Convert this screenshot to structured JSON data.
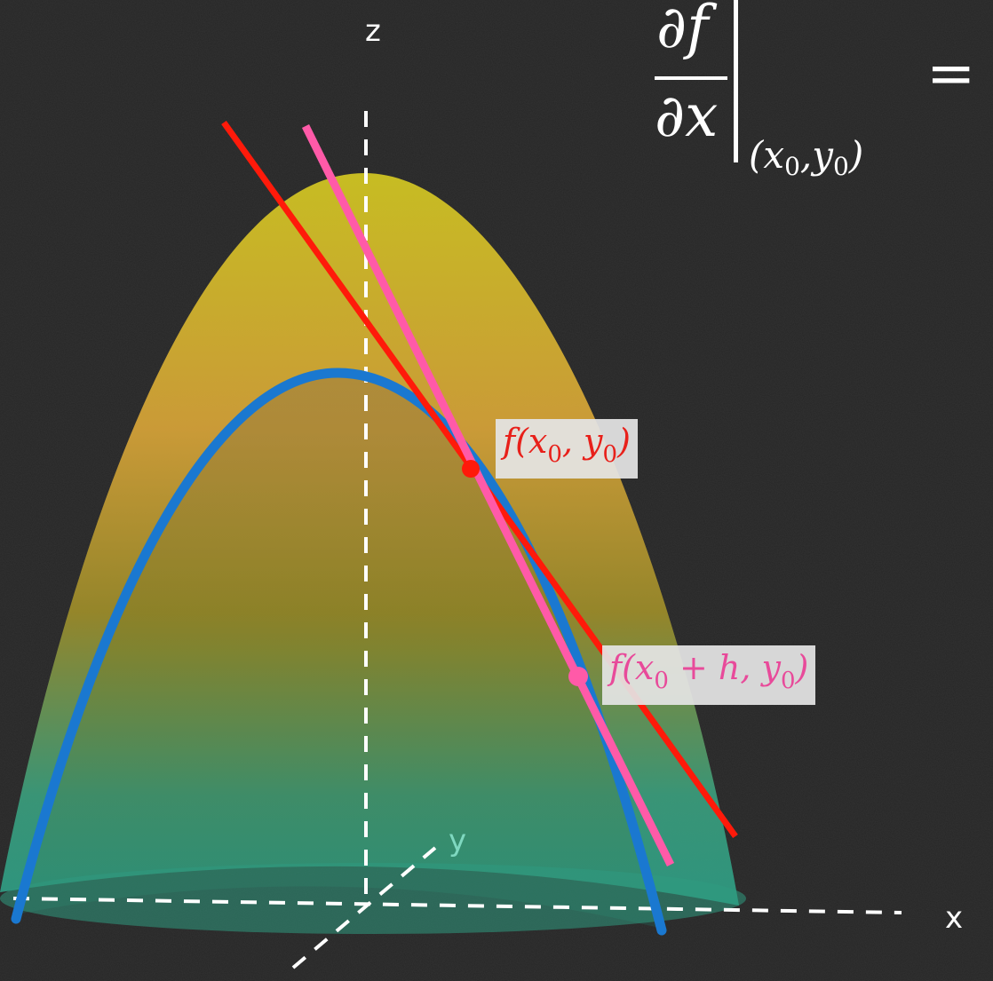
{
  "axes": {
    "x": "x",
    "y": "y",
    "z": "z"
  },
  "formula": {
    "numerator": "∂f",
    "denominator": "∂x",
    "evaluated_at_open": "(x",
    "evaluated_at_sub1": "0",
    "evaluated_at_mid": ",y",
    "evaluated_at_sub2": "0",
    "evaluated_at_close": ")",
    "equals": "="
  },
  "point_labels": {
    "p0": {
      "pre": "f(x",
      "sub1": "0",
      "mid": ", y",
      "sub2": "0",
      "post": ")",
      "color": "#e8201a"
    },
    "p1": {
      "pre": "f(x",
      "sub1": "0",
      "mid": " + h, y",
      "sub2": "0",
      "post": ")",
      "color": "#e84a9a"
    }
  },
  "colors": {
    "background": "#262626",
    "surface_top": "#cfc422",
    "surface_mid": "#c9a030",
    "surface_bottom": "#2e9a82",
    "trace_curve": "#1a78d0",
    "tangent_line": "#ff1a0a",
    "secant_line": "#ff5aa8",
    "axes": "#ffffff"
  }
}
